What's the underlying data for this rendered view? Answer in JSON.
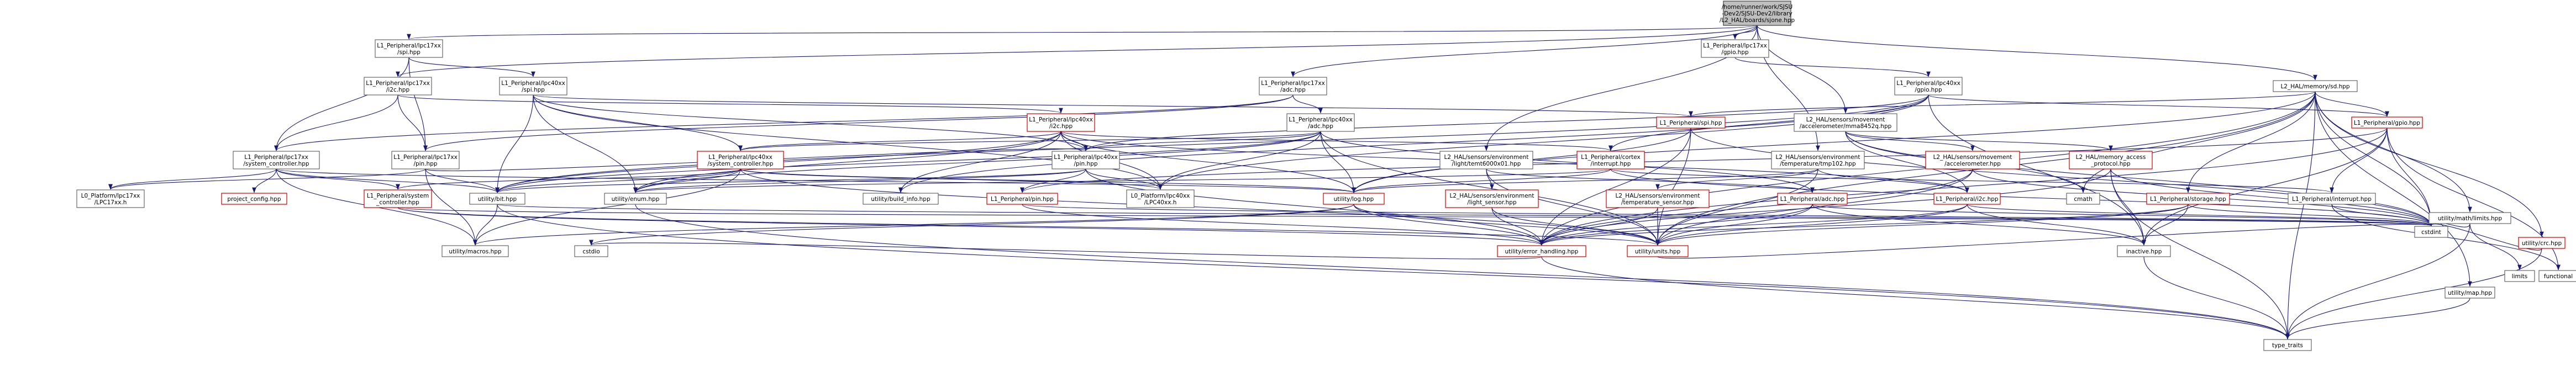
{
  "diagram": {
    "nodes": [
      {
        "id": "root",
        "lines": [
          "/home/runner/work/SJSU",
          "-Dev2/SJSU-Dev2/library",
          "/L2_HAL/boards/sjone.hpp"
        ],
        "style": "root"
      },
      {
        "id": "lpc17_spi",
        "lines": [
          "L1_Peripheral/lpc17xx",
          "/spi.hpp"
        ],
        "style": "gray"
      },
      {
        "id": "lpc17_gpio",
        "lines": [
          "L1_Peripheral/lpc17xx",
          "/gpio.hpp"
        ],
        "style": "gray"
      },
      {
        "id": "lpc17_i2c",
        "lines": [
          "L1_Peripheral/lpc17xx",
          "/i2c.hpp"
        ],
        "style": "gray"
      },
      {
        "id": "lpc40_spi",
        "lines": [
          "L1_Peripheral/lpc40xx",
          "/spi.hpp"
        ],
        "style": "gray"
      },
      {
        "id": "lpc17_adc",
        "lines": [
          "L1_Peripheral/lpc17xx",
          "/adc.hpp"
        ],
        "style": "gray"
      },
      {
        "id": "lpc40_gpio",
        "lines": [
          "L1_Peripheral/lpc40xx",
          "/gpio.hpp"
        ],
        "style": "gray"
      },
      {
        "id": "l2_sd",
        "lines": [
          "L2_HAL/memory/sd.hpp"
        ],
        "style": "gray"
      },
      {
        "id": "lpc40_adc",
        "lines": [
          "L1_Peripheral/lpc40xx",
          "/adc.hpp"
        ],
        "style": "gray"
      },
      {
        "id": "lpc40_i2c",
        "lines": [
          "L1_Peripheral/lpc40xx",
          "/i2c.hpp"
        ],
        "style": "red"
      },
      {
        "id": "l1_spi",
        "lines": [
          "L1_Peripheral/spi.hpp"
        ],
        "style": "red"
      },
      {
        "id": "mma8452q",
        "lines": [
          "L2_HAL/sensors/movement",
          "/accelerometer/mma8452q.hpp"
        ],
        "style": "gray"
      },
      {
        "id": "l1_gpio",
        "lines": [
          "L1_Peripheral/gpio.hpp"
        ],
        "style": "red"
      },
      {
        "id": "lpc17_sysctl",
        "lines": [
          "L1_Peripheral/lpc17xx",
          "/system_controller.hpp"
        ],
        "style": "gray"
      },
      {
        "id": "lpc17_pin",
        "lines": [
          "L1_Peripheral/lpc17xx",
          "/pin.hpp"
        ],
        "style": "gray"
      },
      {
        "id": "lpc40_sysctl",
        "lines": [
          "L1_Peripheral/lpc40xx",
          "/system_controller.hpp"
        ],
        "style": "red"
      },
      {
        "id": "lpc40_pin",
        "lines": [
          "L1_Peripheral/lpc40xx",
          "/pin.hpp"
        ],
        "style": "gray"
      },
      {
        "id": "temt6000",
        "lines": [
          "L2_HAL/sensors/environment",
          "/light/temt6000x01.hpp"
        ],
        "style": "gray"
      },
      {
        "id": "tmp102",
        "lines": [
          "L2_HAL/sensors/environment",
          "/temperature/tmp102.hpp"
        ],
        "style": "gray"
      },
      {
        "id": "cortex_int",
        "lines": [
          "L1_Peripheral/cortex",
          "/interrupt.hpp"
        ],
        "style": "red"
      },
      {
        "id": "accel_hpp",
        "lines": [
          "L2_HAL/sensors/movement",
          "/accelerometer.hpp"
        ],
        "style": "red"
      },
      {
        "id": "mem_access",
        "lines": [
          "L2_HAL/memory_access",
          "_protocol.hpp"
        ],
        "style": "red"
      },
      {
        "id": "lpc17xx_h",
        "lines": [
          "L0_Platform/lpc17xx",
          "/LPC17xx.h"
        ],
        "style": "gray"
      },
      {
        "id": "project_config",
        "lines": [
          "project_config.hpp"
        ],
        "style": "red"
      },
      {
        "id": "l1_sysctl",
        "lines": [
          "L1_Peripheral/system",
          "_controller.hpp"
        ],
        "style": "red"
      },
      {
        "id": "bit_hpp",
        "lines": [
          "utility/bit.hpp"
        ],
        "style": "gray"
      },
      {
        "id": "enum_hpp",
        "lines": [
          "utility/enum.hpp"
        ],
        "style": "gray"
      },
      {
        "id": "build_info",
        "lines": [
          "utility/build_info.hpp"
        ],
        "style": "gray"
      },
      {
        "id": "l1_pin",
        "lines": [
          "L1_Peripheral/pin.hpp"
        ],
        "style": "red"
      },
      {
        "id": "lpc40xx_h",
        "lines": [
          "L0_Platform/lpc40xx",
          "/LPC40xx.h"
        ],
        "style": "gray"
      },
      {
        "id": "log_hpp",
        "lines": [
          "utility/log.hpp"
        ],
        "style": "red"
      },
      {
        "id": "light_sensor",
        "lines": [
          "L2_HAL/sensors/environment",
          "/light_sensor.hpp"
        ],
        "style": "red"
      },
      {
        "id": "temp_sensor",
        "lines": [
          "L2_HAL/sensors/environment",
          "/temperature_sensor.hpp"
        ],
        "style": "red"
      },
      {
        "id": "l1_adc",
        "lines": [
          "L1_Peripheral/adc.hpp"
        ],
        "style": "red"
      },
      {
        "id": "l1_i2c",
        "lines": [
          "L1_Peripheral/i2c.hpp"
        ],
        "style": "red"
      },
      {
        "id": "cmath",
        "lines": [
          "cmath"
        ],
        "style": "gray"
      },
      {
        "id": "l1_storage",
        "lines": [
          "L1_Peripheral/storage.hpp"
        ],
        "style": "red"
      },
      {
        "id": "l1_interrupt",
        "lines": [
          "L1_Peripheral/interrupt.hpp"
        ],
        "style": "gray"
      },
      {
        "id": "math_limits",
        "lines": [
          "utility/math/limits.hpp"
        ],
        "style": "gray"
      },
      {
        "id": "crc_hpp",
        "lines": [
          "utility/crc.hpp"
        ],
        "style": "red"
      },
      {
        "id": "macros",
        "lines": [
          "utility/macros.hpp"
        ],
        "style": "gray"
      },
      {
        "id": "cstdio",
        "lines": [
          "cstdio"
        ],
        "style": "gray"
      },
      {
        "id": "error_handling",
        "lines": [
          "utility/error_handling.hpp"
        ],
        "style": "red"
      },
      {
        "id": "units",
        "lines": [
          "utility/units.hpp"
        ],
        "style": "red"
      },
      {
        "id": "inactive",
        "lines": [
          "inactive.hpp"
        ],
        "style": "gray"
      },
      {
        "id": "cstdint",
        "lines": [
          "cstdint"
        ],
        "style": "gray"
      },
      {
        "id": "limits",
        "lines": [
          "limits"
        ],
        "style": "gray"
      },
      {
        "id": "functional",
        "lines": [
          "functional"
        ],
        "style": "gray"
      },
      {
        "id": "map_hpp",
        "lines": [
          "utility/map.hpp"
        ],
        "style": "gray"
      },
      {
        "id": "type_traits",
        "lines": [
          "type_traits"
        ],
        "style": "gray"
      }
    ],
    "edges": [
      [
        "root",
        "lpc17_spi"
      ],
      [
        "root",
        "lpc17_gpio"
      ],
      [
        "root",
        "lpc17_adc"
      ],
      [
        "root",
        "l2_sd"
      ],
      [
        "root",
        "mma8452q"
      ],
      [
        "root",
        "temt6000"
      ],
      [
        "root",
        "tmp102"
      ],
      [
        "root",
        "lpc17_i2c"
      ],
      [
        "lpc17_spi",
        "lpc40_spi"
      ],
      [
        "lpc17_spi",
        "lpc17_sysctl"
      ],
      [
        "lpc17_spi",
        "lpc17_pin"
      ],
      [
        "lpc17_gpio",
        "lpc40_gpio"
      ],
      [
        "lpc17_i2c",
        "lpc17_sysctl"
      ],
      [
        "lpc17_i2c",
        "lpc17_pin"
      ],
      [
        "lpc17_i2c",
        "lpc40_i2c"
      ],
      [
        "lpc40_spi",
        "l1_spi"
      ],
      [
        "lpc40_spi",
        "lpc40_sysctl"
      ],
      [
        "lpc40_spi",
        "lpc40_pin"
      ],
      [
        "lpc40_spi",
        "bit_hpp"
      ],
      [
        "lpc40_spi",
        "enum_hpp"
      ],
      [
        "lpc40_spi",
        "lpc40xx_h"
      ],
      [
        "lpc17_adc",
        "lpc40_adc"
      ],
      [
        "lpc17_adc",
        "lpc17_sysctl"
      ],
      [
        "lpc17_adc",
        "lpc17_pin"
      ],
      [
        "lpc40_gpio",
        "l1_gpio"
      ],
      [
        "lpc40_gpio",
        "lpc40_pin"
      ],
      [
        "lpc40_gpio",
        "cortex_int"
      ],
      [
        "lpc40_gpio",
        "lpc40xx_h"
      ],
      [
        "lpc40_gpio",
        "build_info"
      ],
      [
        "lpc40_gpio",
        "bit_hpp"
      ],
      [
        "lpc40_gpio",
        "inactive"
      ],
      [
        "l2_sd",
        "l1_gpio"
      ],
      [
        "l2_sd",
        "l1_spi"
      ],
      [
        "l2_sd",
        "l1_storage"
      ],
      [
        "l2_sd",
        "math_limits"
      ],
      [
        "l2_sd",
        "crc_hpp"
      ],
      [
        "l2_sd",
        "log_hpp"
      ],
      [
        "l2_sd",
        "cmath"
      ],
      [
        "l2_sd",
        "cstdint"
      ],
      [
        "l2_sd",
        "units"
      ],
      [
        "l2_sd",
        "error_handling"
      ],
      [
        "l2_sd",
        "map_hpp"
      ],
      [
        "l2_sd",
        "type_traits"
      ],
      [
        "lpc40_adc",
        "l1_adc"
      ],
      [
        "lpc40_adc",
        "lpc40_pin"
      ],
      [
        "lpc40_adc",
        "lpc40_sysctl"
      ],
      [
        "lpc40_adc",
        "log_hpp"
      ],
      [
        "lpc40_adc",
        "bit_hpp"
      ],
      [
        "lpc40_adc",
        "enum_hpp"
      ],
      [
        "lpc40_adc",
        "units"
      ],
      [
        "lpc40_adc",
        "lpc40xx_h"
      ],
      [
        "lpc40_i2c",
        "l1_i2c"
      ],
      [
        "lpc40_i2c",
        "lpc40_sysctl"
      ],
      [
        "lpc40_i2c",
        "lpc40_pin"
      ],
      [
        "lpc40_i2c",
        "cortex_int"
      ],
      [
        "lpc40_i2c",
        "enum_hpp"
      ],
      [
        "lpc40_i2c",
        "log_hpp"
      ],
      [
        "lpc40_i2c",
        "bit_hpp"
      ],
      [
        "lpc40_i2c",
        "lpc40xx_h"
      ],
      [
        "lpc40_i2c",
        "build_info"
      ],
      [
        "l1_spi",
        "error_handling"
      ],
      [
        "l1_spi",
        "units"
      ],
      [
        "l1_spi",
        "cstdint"
      ],
      [
        "l1_spi",
        "log_hpp"
      ],
      [
        "mma8452q",
        "accel_hpp"
      ],
      [
        "mma8452q",
        "mem_access"
      ],
      [
        "mma8452q",
        "l1_i2c"
      ],
      [
        "mma8452q",
        "cmath"
      ],
      [
        "mma8452q",
        "cstdint"
      ],
      [
        "l1_gpio",
        "l1_pin"
      ],
      [
        "l1_gpio",
        "l1_interrupt"
      ],
      [
        "l1_gpio",
        "functional"
      ],
      [
        "l1_gpio",
        "inactive"
      ],
      [
        "l1_gpio",
        "cstdint"
      ],
      [
        "l1_gpio",
        "error_handling"
      ],
      [
        "lpc17_sysctl",
        "lpc17xx_h"
      ],
      [
        "lpc17_sysctl",
        "l1_sysctl"
      ],
      [
        "lpc17_sysctl",
        "bit_hpp"
      ],
      [
        "lpc17_sysctl",
        "macros"
      ],
      [
        "lpc17_sysctl",
        "project_config"
      ],
      [
        "lpc17_sysctl",
        "log_hpp"
      ],
      [
        "lpc17_pin",
        "lpc40_pin"
      ],
      [
        "lpc17_pin",
        "lpc17xx_h"
      ],
      [
        "lpc17_pin",
        "macros"
      ],
      [
        "lpc17_pin",
        "bit_hpp"
      ],
      [
        "lpc40_sysctl",
        "l1_sysctl"
      ],
      [
        "lpc40_sysctl",
        "lpc40xx_h"
      ],
      [
        "lpc40_sysctl",
        "bit_hpp"
      ],
      [
        "lpc40_sysctl",
        "enum_hpp"
      ],
      [
        "lpc40_sysctl",
        "log_hpp"
      ],
      [
        "lpc40_sysctl",
        "macros"
      ],
      [
        "lpc40_sysctl",
        "units"
      ],
      [
        "lpc40_pin",
        "l1_pin"
      ],
      [
        "lpc40_pin",
        "lpc40xx_h"
      ],
      [
        "lpc40_pin",
        "bit_hpp"
      ],
      [
        "lpc40_pin",
        "enum_hpp"
      ],
      [
        "lpc40_pin",
        "error_handling"
      ],
      [
        "temt6000",
        "light_sensor"
      ],
      [
        "temt6000",
        "l1_adc"
      ],
      [
        "temt6000",
        "units"
      ],
      [
        "tmp102",
        "temp_sensor"
      ],
      [
        "tmp102",
        "l1_i2c"
      ],
      [
        "tmp102",
        "units"
      ],
      [
        "tmp102",
        "log_hpp"
      ],
      [
        "cortex_int",
        "l1_interrupt"
      ],
      [
        "cortex_int",
        "log_hpp"
      ],
      [
        "cortex_int",
        "enum_hpp"
      ],
      [
        "cortex_int",
        "cstdint"
      ],
      [
        "accel_hpp",
        "cstdint"
      ],
      [
        "accel_hpp",
        "units"
      ],
      [
        "accel_hpp",
        "error_handling"
      ],
      [
        "mem_access",
        "cstdint"
      ],
      [
        "mem_access",
        "error_handling"
      ],
      [
        "mem_access",
        "inactive"
      ],
      [
        "mem_access",
        "type_traits"
      ],
      [
        "l1_sysctl",
        "units"
      ],
      [
        "l1_sysctl",
        "cstdint"
      ],
      [
        "l1_sysctl",
        "error_handling"
      ],
      [
        "bit_hpp",
        "cstdint"
      ],
      [
        "bit_hpp",
        "type_traits"
      ],
      [
        "bit_hpp",
        "macros"
      ],
      [
        "enum_hpp",
        "type_traits"
      ],
      [
        "l1_pin",
        "error_handling"
      ],
      [
        "l1_pin",
        "cstdint"
      ],
      [
        "log_hpp",
        "cstdio"
      ],
      [
        "log_hpp",
        "error_handling"
      ],
      [
        "log_hpp",
        "units"
      ],
      [
        "log_hpp",
        "macros"
      ],
      [
        "light_sensor",
        "units"
      ],
      [
        "light_sensor",
        "error_handling"
      ],
      [
        "temp_sensor",
        "units"
      ],
      [
        "temp_sensor",
        "error_handling"
      ],
      [
        "l1_adc",
        "cstdint"
      ],
      [
        "l1_adc",
        "units"
      ],
      [
        "l1_adc",
        "error_handling"
      ],
      [
        "l1_adc",
        "inactive"
      ],
      [
        "l1_i2c",
        "cstdint"
      ],
      [
        "l1_i2c",
        "units"
      ],
      [
        "l1_i2c",
        "error_handling"
      ],
      [
        "l1_i2c",
        "inactive"
      ],
      [
        "l1_storage",
        "cstdint"
      ],
      [
        "l1_storage",
        "error_handling"
      ],
      [
        "l1_storage",
        "units"
      ],
      [
        "l1_storage",
        "inactive"
      ],
      [
        "l1_interrupt",
        "cstdint"
      ],
      [
        "l1_interrupt",
        "functional"
      ],
      [
        "math_limits",
        "cstdint"
      ],
      [
        "math_limits",
        "limits"
      ],
      [
        "math_limits",
        "type_traits"
      ],
      [
        "crc_hpp",
        "cstdint"
      ],
      [
        "crc_hpp",
        "type_traits"
      ],
      [
        "error_handling",
        "cstdio"
      ],
      [
        "error_handling",
        "type_traits"
      ],
      [
        "units",
        "cstdint"
      ],
      [
        "inactive",
        "type_traits"
      ],
      [
        "map_hpp",
        "type_traits"
      ]
    ]
  }
}
